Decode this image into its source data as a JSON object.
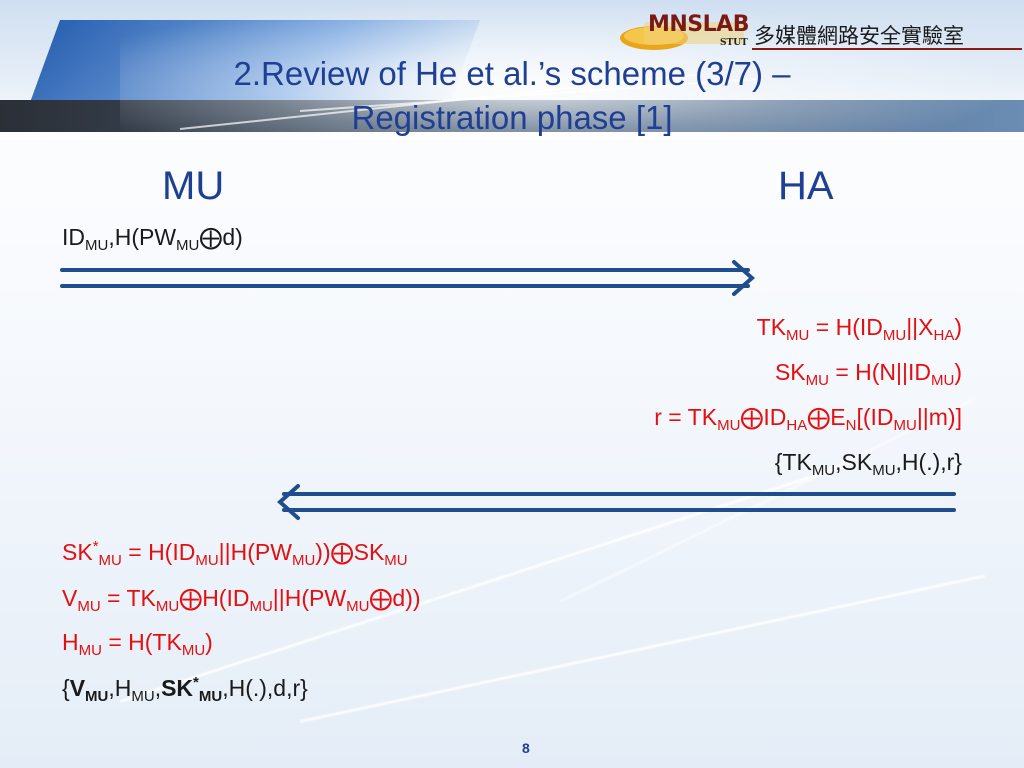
{
  "header": {
    "logo_text": "MNSLAB",
    "logo_sub": "STUT",
    "logo_cn": "多媒體網路安全實驗室",
    "title_line1": "2.Review of He et al.’s scheme (3/7) –",
    "title_line2": "Registration phase [1]"
  },
  "parties": {
    "left": "MU",
    "right": "HA"
  },
  "mu_send": {
    "parts": [
      "ID",
      "MU",
      ",H(PW",
      "MU",
      "⨁d)"
    ]
  },
  "ha_compute": {
    "tk": [
      "TK",
      "MU",
      " = H(ID",
      "MU",
      "||X",
      "HA",
      ")"
    ],
    "sk": [
      "SK",
      "MU",
      " = H(N||ID",
      "MU",
      ")"
    ],
    "r": [
      "r = TK",
      "MU",
      "⨁ID",
      "HA",
      "⨁E",
      "N",
      "[(ID",
      "MU",
      "||m)]"
    ],
    "send": [
      "{TK",
      "MU",
      ",SK",
      "MU",
      ",H(.),r}"
    ]
  },
  "mu_compute": {
    "sk_star": [
      "SK",
      "*",
      "MU",
      " = H(ID",
      "MU",
      "||H(PW",
      "MU",
      "))⨁SK",
      "MU"
    ],
    "v": [
      "V",
      "MU",
      " = TK",
      "MU",
      "⨁H(ID",
      "MU",
      "||H(PW",
      "MU",
      "⨁d))"
    ],
    "h": [
      "H",
      "MU",
      " = H(TK",
      "MU",
      ")"
    ],
    "store": [
      "{",
      "V",
      "MU",
      ",H",
      "MU",
      ",",
      "SK",
      "*",
      "MU",
      ",H(.),d,r}"
    ]
  },
  "page_number": "8",
  "colors": {
    "title": "#1f3f93",
    "arrow": "#1f4e8f",
    "red": "#e21010"
  }
}
